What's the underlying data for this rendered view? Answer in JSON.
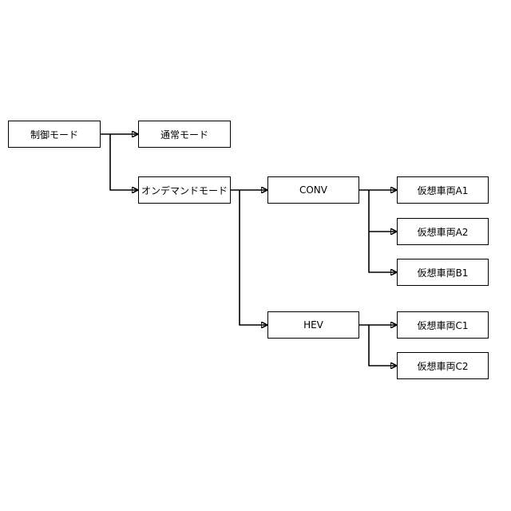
{
  "diagram": {
    "nodes": {
      "control_mode": "制御モード",
      "normal_mode": "通常モード",
      "on_demand_mode": "オンデマンドモード",
      "conv": "CONV",
      "hev": "HEV",
      "virtual_a1": "仮想車両A1",
      "virtual_a2": "仮想車両A2",
      "virtual_b1": "仮想車両B1",
      "virtual_c1": "仮想車両C1",
      "virtual_c2": "仮想車両C2"
    },
    "edges": [
      [
        "control_mode",
        "normal_mode"
      ],
      [
        "control_mode",
        "on_demand_mode"
      ],
      [
        "on_demand_mode",
        "conv"
      ],
      [
        "on_demand_mode",
        "hev"
      ],
      [
        "conv",
        "virtual_a1"
      ],
      [
        "conv",
        "virtual_a2"
      ],
      [
        "conv",
        "virtual_b1"
      ],
      [
        "hev",
        "virtual_c1"
      ],
      [
        "hev",
        "virtual_c2"
      ]
    ],
    "colors": {
      "line": "#000000",
      "box_border": "#000000",
      "box_fill": "#ffffff",
      "background": "#ffffff"
    }
  }
}
